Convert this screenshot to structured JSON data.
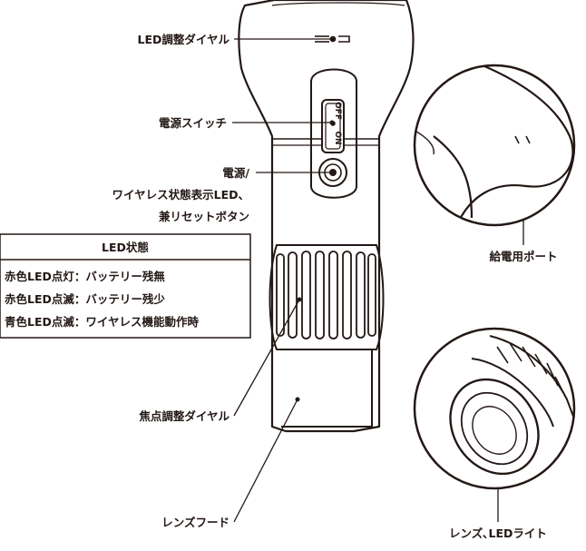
{
  "labels": {
    "led_dial": "LED調整ダイヤル",
    "power_switch": "電源スイッチ",
    "power_button_line1": "電源/",
    "power_button_line2": "ワイヤレス状態表示LED、",
    "power_button_line3": "兼リセットボタン",
    "focus_dial": "焦点調整ダイヤル",
    "lens_hood": "レンズフード",
    "charging_port": "給電用ポート",
    "lens_led": "レンズ､LEDライト"
  },
  "switch_marks": {
    "off": "OFF",
    "on": "ON"
  },
  "led_table": {
    "title": "LED状態",
    "rows": [
      "赤色LED点灯：バッテリー残無",
      "赤色LED点滅：バッテリー残少",
      "青色LED点滅：ワイヤレス機能動作時"
    ]
  },
  "colors": {
    "line": "#231815",
    "background": "#ffffff"
  }
}
